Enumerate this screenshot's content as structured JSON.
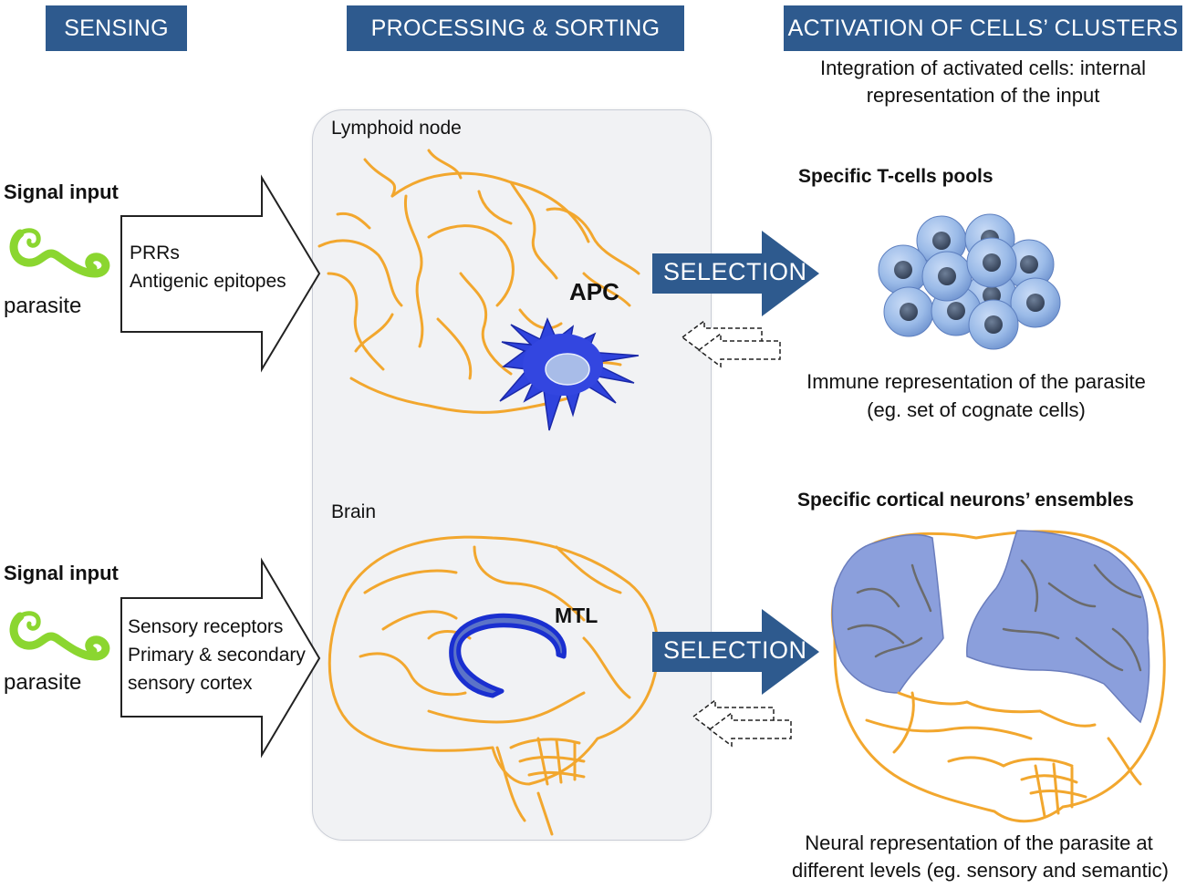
{
  "headers": {
    "sensing": "SENSING",
    "processing": "PROCESSING & SORTING",
    "activation": "ACTIVATION OF CELLS’ CLUSTERS"
  },
  "integration_note": [
    "Integration of activated cells: internal",
    "representation of the input"
  ],
  "immune_row": {
    "signal_label": "Signal input",
    "parasite_label": "parasite",
    "input_lines": [
      "PRRs",
      "Antigenic epitopes"
    ],
    "organ_label": "Lymphoid node",
    "cell_label": "APC",
    "selection_label": "SELECTION",
    "pool_title": "Specific T-cells pools",
    "representation": [
      "Immune representation of the parasite",
      "(eg. set of cognate cells)"
    ]
  },
  "neural_row": {
    "signal_label": "Signal input",
    "parasite_label": "parasite",
    "input_lines": [
      "Sensory receptors",
      "Primary & secondary",
      "sensory cortex"
    ],
    "organ_label": "Brain",
    "region_label": "MTL",
    "selection_label": "SELECTION",
    "ensemble_title": "Specific cortical neurons’ ensembles",
    "representation": [
      "Neural representation of the parasite at",
      "different levels (eg. sensory and semantic)"
    ]
  },
  "colors": {
    "header_bg": "#2e5a8e",
    "vessel": "#f2a72e",
    "apc": "#2238d6",
    "parasite": "#8bd630",
    "cell": "#8fb0e6",
    "cortex_fill": "#8b9fdc"
  }
}
